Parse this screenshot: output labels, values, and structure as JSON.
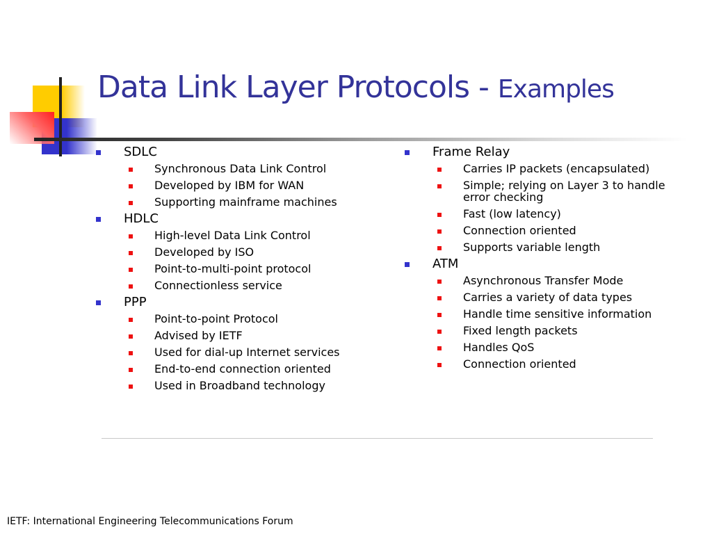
{
  "slide": {
    "title": "Data Link Layer Protocols - ",
    "title_emphasis": "Examples",
    "colors": {
      "title": "#333399",
      "level1_bullet": "#3333cc",
      "level2_bullet": "#ee1111",
      "accent_yellow": "#ffcc00",
      "accent_red": "#ff2020"
    },
    "left_column": [
      {
        "label": "SDLC",
        "items": [
          "Synchronous Data Link Control",
          "Developed by IBM for WAN",
          "Supporting mainframe machines"
        ]
      },
      {
        "label": "HDLC",
        "items": [
          "High-level Data Link Control",
          "Developed by ISO",
          "Point-to-multi-point protocol",
          "Connectionless service"
        ]
      },
      {
        "label": "PPP",
        "items": [
          "Point-to-point Protocol",
          "Advised by IETF",
          "Used for dial-up Internet services",
          "End-to-end connection oriented",
          "Used in Broadband technology"
        ]
      }
    ],
    "right_column": [
      {
        "label": "Frame Relay",
        "items": [
          "Carries IP packets (encapsulated)",
          "Simple; relying on Layer 3 to handle error checking",
          "Fast (low latency)",
          "Connection oriented",
          "Supports variable length"
        ]
      },
      {
        "label": "ATM",
        "items": [
          "Asynchronous Transfer Mode",
          "Carries a variety of data types",
          "Handle time sensitive information",
          "Fixed length packets",
          "Handles QoS",
          "Connection oriented"
        ]
      }
    ],
    "footnote": "IETF: International Engineering Telecommunications Forum"
  }
}
